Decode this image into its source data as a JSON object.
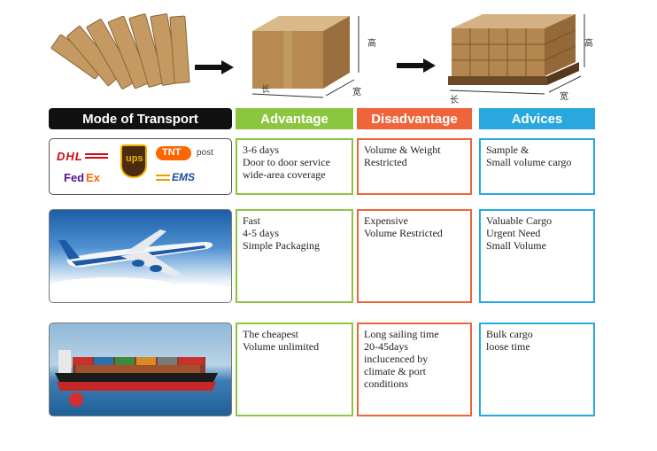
{
  "illustration": {
    "height_label": "高",
    "length_label": "长",
    "width_label": "宽"
  },
  "headers": {
    "mode": "Mode of Transport",
    "advantage": "Advantage",
    "disadvantage": "Disadvantage",
    "advices": "Advices"
  },
  "logos": {
    "dhl": "DHL",
    "ups": "ups",
    "tnt": "TNT",
    "post": "post",
    "fedex_fed": "Fed",
    "fedex_ex": "Ex",
    "ems": "EMS"
  },
  "rows": [
    {
      "advantage": "3-6 days\nDoor to door service\nwide-area coverage",
      "disadvantage": "Volume & Weight\nRestricted",
      "advices": "Sample &\nSmall volume cargo"
    },
    {
      "advantage": "Fast\n4-5 days\nSimple Packaging",
      "disadvantage": "Expensive\nVolume Restricted",
      "advices": "Valuable Cargo\nUrgent Need\nSmall Volume"
    },
    {
      "advantage": "The cheapest\nVolume unlimited",
      "disadvantage": "Long sailing time\n20-45days\ninclucenced by\nclimate & port\nconditions",
      "advices": "Bulk cargo\nloose time"
    }
  ],
  "colors": {
    "mode_header": "#111111",
    "advantage": "#8cc63f",
    "disadvantage": "#f0643c",
    "advices": "#29a8e0"
  }
}
